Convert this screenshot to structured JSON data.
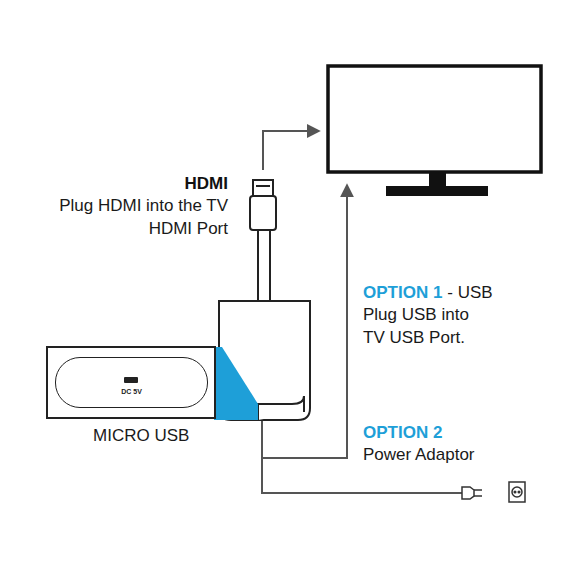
{
  "diagram": {
    "nodes": [
      {
        "text": [
          "DC 5V"
        ]
      }
    ],
    "labels": [
      "HDMI",
      "Plug HDMI into the TV HDMI Port",
      "OPTION 1",
      "- USB",
      "Plug USB into TV USB Port.",
      "MICRO USB",
      "OPTION 2",
      "Power Adaptor"
    ]
  }
}
